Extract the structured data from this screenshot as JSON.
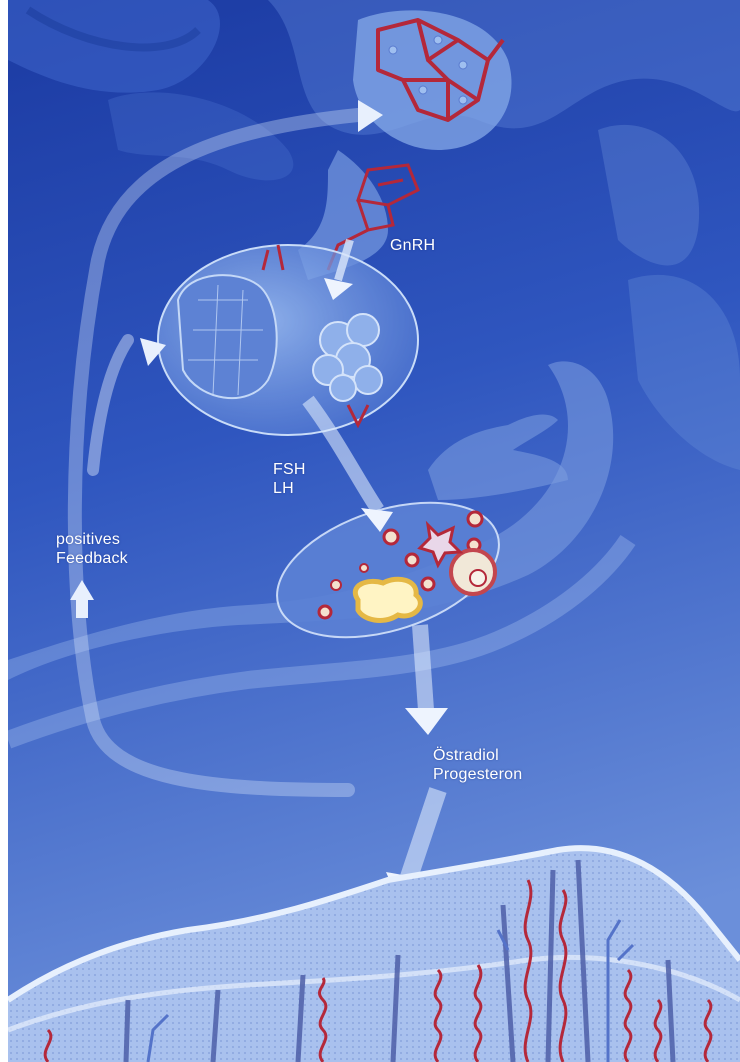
{
  "figure": {
    "labels": {
      "gnrh": "GnRH",
      "fsh": "FSH",
      "lh": "LH",
      "positive": "positives",
      "feedback": "Feedback",
      "estradiol": "Östradiol",
      "progesterone": "Progesteron"
    },
    "colors": {
      "background_top": "#1d3fa8",
      "background_bottom": "#5a7fd4",
      "vessel_red": "#b4283a",
      "tissue_blue": "#8fb0e8",
      "arrow_white": "#dbe7fb"
    }
  }
}
